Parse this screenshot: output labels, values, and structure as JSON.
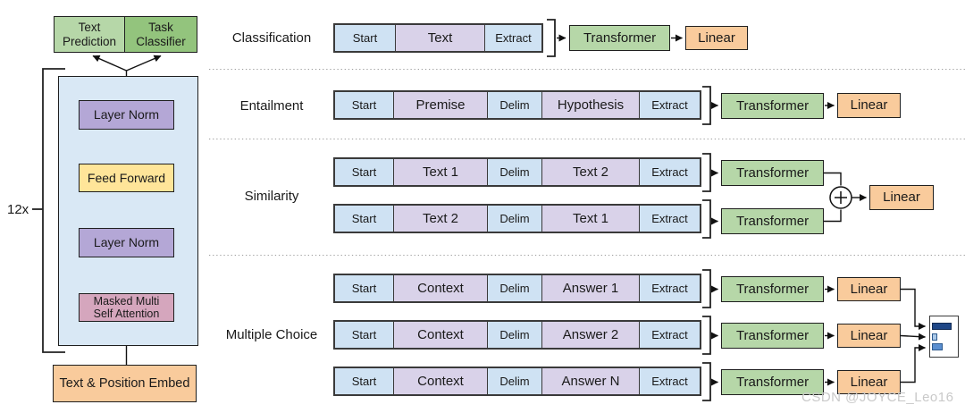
{
  "left_diagram": {
    "text_prediction": "Text Prediction",
    "task_classifier": "Task Classifier",
    "layer_norm_top": "Layer Norm",
    "feed_forward": "Feed Forward",
    "layer_norm_bottom": "Layer Norm",
    "masked_attention": "Masked Multi Self Attention",
    "embed": "Text & Position Embed",
    "repeat": "12x"
  },
  "shared": {
    "transformer": "Transformer",
    "linear": "Linear"
  },
  "tasks": {
    "classification": {
      "label": "Classification",
      "tokens": [
        "Start",
        "Text",
        "Extract"
      ]
    },
    "entailment": {
      "label": "Entailment",
      "tokens": [
        "Start",
        "Premise",
        "Delim",
        "Hypothesis",
        "Extract"
      ]
    },
    "similarity": {
      "label": "Similarity",
      "strip1": [
        "Start",
        "Text 1",
        "Delim",
        "Text 2",
        "Extract"
      ],
      "strip2": [
        "Start",
        "Text 2",
        "Delim",
        "Text 1",
        "Extract"
      ]
    },
    "multiple_choice": {
      "label": "Multiple Choice",
      "strips": [
        [
          "Start",
          "Context",
          "Delim",
          "Answer 1",
          "Extract"
        ],
        [
          "Start",
          "Context",
          "Delim",
          "Answer 2",
          "Extract"
        ],
        [
          "Start",
          "Context",
          "Delim",
          "Answer N",
          "Extract"
        ]
      ]
    }
  },
  "watermark": "CSDN @JOYCE_Leo16",
  "colors": {
    "token_blue": "#cfe2f3",
    "token_purple": "#d9d2e9",
    "transformer_green": "#b6d7a8",
    "linear_orange": "#f9cb9c",
    "prediction_green": "#b6d7a8",
    "classifier_green": "#93c47d",
    "layer_norm_purple": "#b4a7d6",
    "feed_forward_yellow": "#ffe599",
    "attention_pink": "#d5a6bd",
    "embed_orange": "#f9cb9c",
    "decoder_frame_blue": "#d9e8f5",
    "prob_bar_dark": "#1f4787",
    "prob_bar_light": "#a9c7e7",
    "prob_bar_mid": "#5b8fd0"
  }
}
